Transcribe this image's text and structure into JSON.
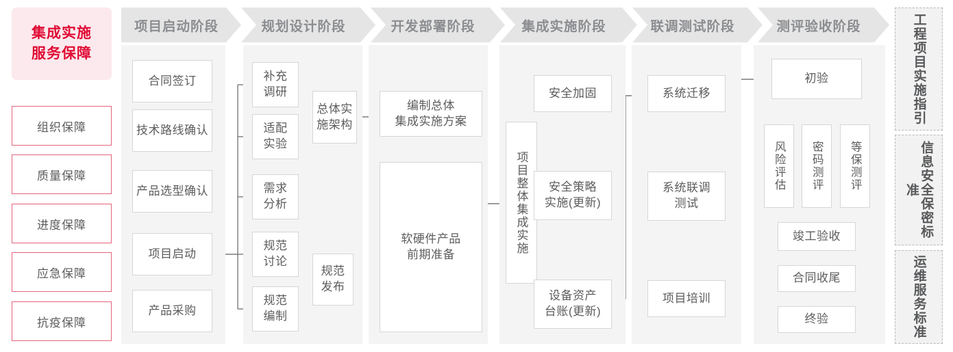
{
  "left_panel": {
    "title": "集成实施\n服务保障",
    "title_line1": "集成实施",
    "title_line2": "服务保障",
    "accent_color": "#e00b34",
    "badge_bg": "#fce9ed",
    "border_color": "#e4637a",
    "items": [
      {
        "label": "组织保障"
      },
      {
        "label": "质量保障"
      },
      {
        "label": "进度保障"
      },
      {
        "label": "应急保障"
      },
      {
        "label": "抗疫保障"
      }
    ]
  },
  "phases": [
    {
      "id": "startup",
      "title": "项目启动阶段",
      "nodes": [
        {
          "id": "contract",
          "label": "合同签订"
        },
        {
          "id": "tech-route",
          "label": "技术路线确认"
        },
        {
          "id": "product-select",
          "label": "产品选型确认"
        },
        {
          "id": "project-kickoff",
          "label": "项目启动"
        },
        {
          "id": "product-purchase",
          "label": "产品采购"
        }
      ]
    },
    {
      "id": "planning",
      "title": "规划设计阶段",
      "nodes": [
        {
          "id": "supplement-research",
          "label": "补充\n调研",
          "line1": "补充",
          "line2": "调研"
        },
        {
          "id": "adaptation-test",
          "label": "适配\n实验",
          "line1": "适配",
          "line2": "实验"
        },
        {
          "id": "requirement-analysis",
          "label": "需求\n分析",
          "line1": "需求",
          "line2": "分析"
        },
        {
          "id": "spec-discussion",
          "label": "规范\n讨论",
          "line1": "规范",
          "line2": "讨论"
        },
        {
          "id": "spec-drafting",
          "label": "规范\n编制",
          "line1": "规范",
          "line2": "编制"
        },
        {
          "id": "overall-architecture",
          "label": "总体实\n施架构",
          "line1": "总体实",
          "line2": "施架构"
        },
        {
          "id": "spec-release",
          "label": "规范\n发布",
          "line1": "规范",
          "line2": "发布"
        }
      ]
    },
    {
      "id": "development",
      "title": "开发部署阶段",
      "nodes": [
        {
          "id": "overall-plan",
          "label": "编制总体\n集成实施方案",
          "line1": "编制总体",
          "line2": "集成实施方案"
        },
        {
          "id": "hw-sw-prep",
          "label": "软硬件产品\n前期准备",
          "line1": "软硬件产品",
          "line2": "前期准备"
        }
      ]
    },
    {
      "id": "integration",
      "title": "集成实施阶段",
      "nodes": [
        {
          "id": "overall-integration",
          "label": "项目整体集成实施"
        },
        {
          "id": "security-hardening",
          "label": "安全加固"
        },
        {
          "id": "security-policy",
          "label": "安全策略\n实施(更新)",
          "line1": "安全策略",
          "line2": "实施(更新)"
        },
        {
          "id": "asset-ledger",
          "label": "设备资产\n台账(更新)",
          "line1": "设备资产",
          "line2": "台账(更新)"
        }
      ]
    },
    {
      "id": "joint-test",
      "title": "联调测试阶段",
      "nodes": [
        {
          "id": "system-migration",
          "label": "系统迁移"
        },
        {
          "id": "joint-debug-test",
          "label": "系统联调\n测试",
          "line1": "系统联调",
          "line2": "测试"
        },
        {
          "id": "project-training",
          "label": "项目培训"
        }
      ]
    },
    {
      "id": "acceptance",
      "title": "测评验收阶段",
      "nodes": [
        {
          "id": "preliminary-acceptance",
          "label": "初验"
        },
        {
          "id": "risk-assessment",
          "label": "风险评估"
        },
        {
          "id": "crypto-evaluation",
          "label": "密码测评"
        },
        {
          "id": "mlps-evaluation",
          "label": "等保测评"
        },
        {
          "id": "completion-acceptance",
          "label": "竣工验收"
        },
        {
          "id": "contract-closure",
          "label": "合同收尾"
        },
        {
          "id": "final-acceptance",
          "label": "终验"
        }
      ]
    }
  ],
  "standards": [
    {
      "id": "engineering-guide",
      "label": "工程项目实施指引"
    },
    {
      "id": "infosec-standard",
      "label": "信息安全保密标准"
    },
    {
      "id": "ops-service-standard",
      "label": "运维服务标准"
    }
  ]
}
